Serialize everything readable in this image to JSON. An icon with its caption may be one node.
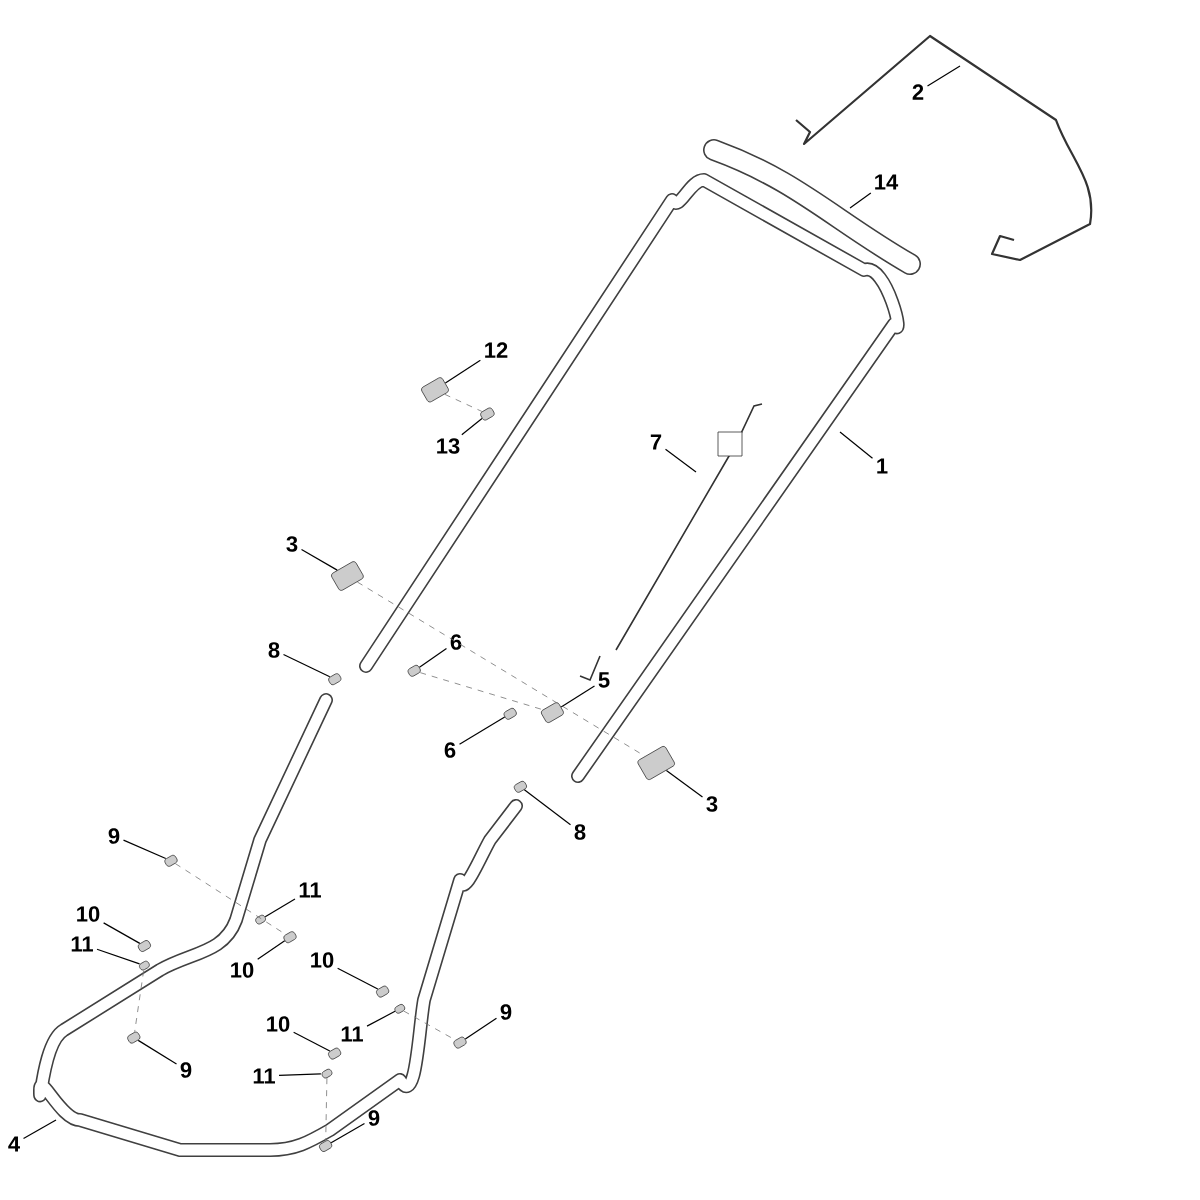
{
  "diagram": {
    "nodes": [
      {
        "text": [
          "2"
        ]
      },
      {
        "text": [
          "14"
        ]
      },
      {
        "text": [
          "12"
        ]
      },
      {
        "text": [
          "13"
        ]
      },
      {
        "text": [
          "7"
        ]
      },
      {
        "text": [
          "1"
        ]
      },
      {
        "text": [
          "3"
        ]
      },
      {
        "text": [
          "8"
        ]
      },
      {
        "text": [
          "6"
        ]
      },
      {
        "text": [
          "5"
        ]
      },
      {
        "text": [
          "6"
        ]
      },
      {
        "text": [
          "3"
        ]
      },
      {
        "text": [
          "8"
        ]
      },
      {
        "text": [
          "9"
        ]
      },
      {
        "text": [
          "11"
        ]
      },
      {
        "text": [
          "10"
        ]
      },
      {
        "text": [
          "11"
        ]
      },
      {
        "text": [
          "10"
        ]
      },
      {
        "text": [
          "10"
        ]
      },
      {
        "text": [
          "11"
        ]
      },
      {
        "text": [
          "9"
        ]
      },
      {
        "text": [
          "10"
        ]
      },
      {
        "text": [
          "9"
        ]
      },
      {
        "text": [
          "11"
        ]
      },
      {
        "text": [
          "4"
        ]
      },
      {
        "text": [
          "9"
        ]
      },
      {
        "text": [],
        "shape": "picture"
      },
      {
        "text": [],
        "shape": "picture"
      },
      {
        "text": [],
        "shape": "picture"
      },
      {
        "text": [],
        "shape": "picture"
      },
      {
        "text": [],
        "shape": "picture"
      },
      {
        "text": [],
        "shape": "picture"
      },
      {
        "text": [],
        "shape": "picture"
      },
      {
        "text": [],
        "shape": "picture"
      },
      {
        "text": [],
        "shape": "picture"
      },
      {
        "text": [],
        "shape": "picture"
      },
      {
        "text": [],
        "shape": "picture"
      },
      {
        "text": [],
        "shape": "picture"
      },
      {
        "text": [],
        "shape": "picture"
      },
      {
        "text": [],
        "shape": "picture"
      },
      {
        "text": [],
        "shape": "picture"
      },
      {
        "text": [],
        "shape": "picture"
      },
      {
        "text": [],
        "shape": "picture"
      },
      {
        "text": [],
        "shape": "picture"
      },
      {
        "text": [],
        "shape": "picture"
      },
      {
        "text": [],
        "shape": "picture"
      },
      {
        "text": [],
        "shape": "picture"
      }
    ],
    "edges": [
      {
        "from": 0,
        "to": null,
        "arrow": "none"
      },
      {
        "from": 1,
        "to": null,
        "arrow": "none"
      },
      {
        "from": 2,
        "to": 26,
        "arrow": "none"
      },
      {
        "from": 3,
        "to": 27,
        "arrow": "none"
      },
      {
        "from": 4,
        "to": null,
        "arrow": "none"
      },
      {
        "from": 5,
        "to": null,
        "arrow": "none"
      },
      {
        "from": 6,
        "to": 28,
        "arrow": "none"
      },
      {
        "from": 7,
        "to": 29,
        "arrow": "none"
      },
      {
        "from": 8,
        "to": 30,
        "arrow": "none"
      },
      {
        "from": 9,
        "to": 31,
        "arrow": "none"
      },
      {
        "from": 10,
        "to": 32,
        "arrow": "none"
      },
      {
        "from": 11,
        "to": 33,
        "arrow": "none"
      },
      {
        "from": 12,
        "to": 34,
        "arrow": "none"
      },
      {
        "from": 13,
        "to": 35,
        "arrow": "none"
      },
      {
        "from": 14,
        "to": 36,
        "arrow": "none"
      },
      {
        "from": 15,
        "to": 37,
        "arrow": "none"
      },
      {
        "from": 16,
        "to": 38,
        "arrow": "none"
      },
      {
        "from": 17,
        "to": 39,
        "arrow": "none"
      },
      {
        "from": 18,
        "to": 40,
        "arrow": "none"
      },
      {
        "from": 19,
        "to": 41,
        "arrow": "none"
      },
      {
        "from": 20,
        "to": 42,
        "arrow": "none"
      },
      {
        "from": 21,
        "to": 43,
        "arrow": "none"
      },
      {
        "from": 22,
        "to": 44,
        "arrow": "none"
      },
      {
        "from": 23,
        "to": 45,
        "arrow": "none"
      },
      {
        "from": 24,
        "to": null,
        "arrow": "none"
      },
      {
        "from": 25,
        "to": 46,
        "arrow": "none"
      },
      {
        "from": 26,
        "to": 27,
        "arrow": "none",
        "style": "dashed",
        "color": "#737373"
      },
      {
        "from": 28,
        "to": 33,
        "arrow": "none",
        "style": "dashed",
        "color": "#737373"
      },
      {
        "from": 30,
        "to": 31,
        "arrow": "none",
        "style": "dashed",
        "color": "#737373"
      },
      {
        "from": 35,
        "to": 39,
        "arrow": "none",
        "style": "dashed",
        "color": "#737373"
      },
      {
        "from": 41,
        "to": 42,
        "arrow": "none",
        "style": "dashed",
        "color": "#737373"
      },
      {
        "from": 38,
        "to": 44,
        "arrow": "none",
        "style": "dashed",
        "color": "#737373"
      },
      {
        "from": 45,
        "to": 46,
        "arrow": "none",
        "style": "dashed",
        "color": "#737373"
      }
    ]
  }
}
